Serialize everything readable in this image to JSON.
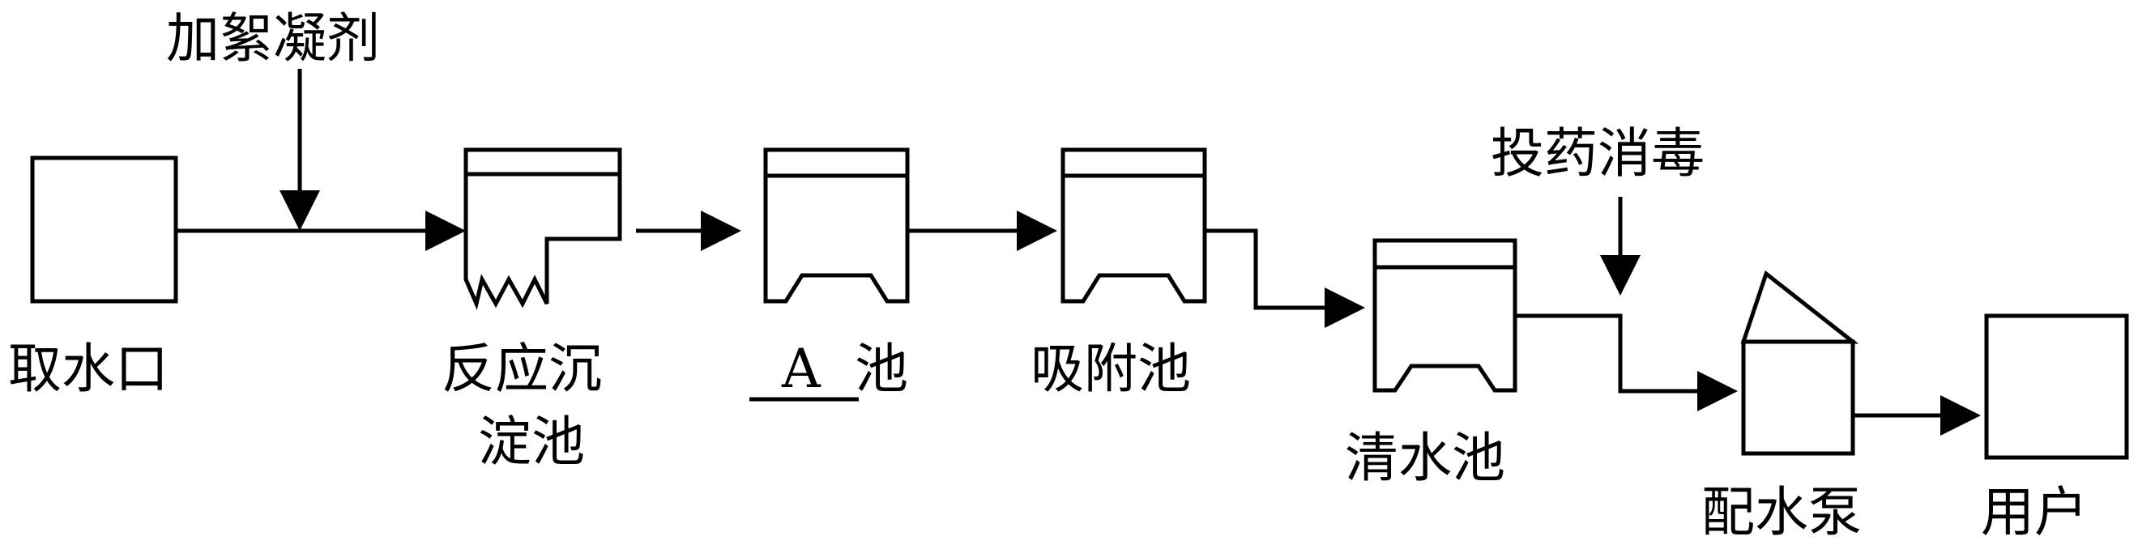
{
  "labels": {
    "coagulant": "加絮凝剂",
    "intake": "取水口",
    "sediment_line1": "反应沉",
    "sediment_line2": "淀池",
    "blank_a": "A",
    "blank_a_suffix": "池",
    "adsorption": "吸附池",
    "disinfect": "投药消毒",
    "clear_water": "清水池",
    "pump": "配水泵",
    "user": "用户"
  }
}
